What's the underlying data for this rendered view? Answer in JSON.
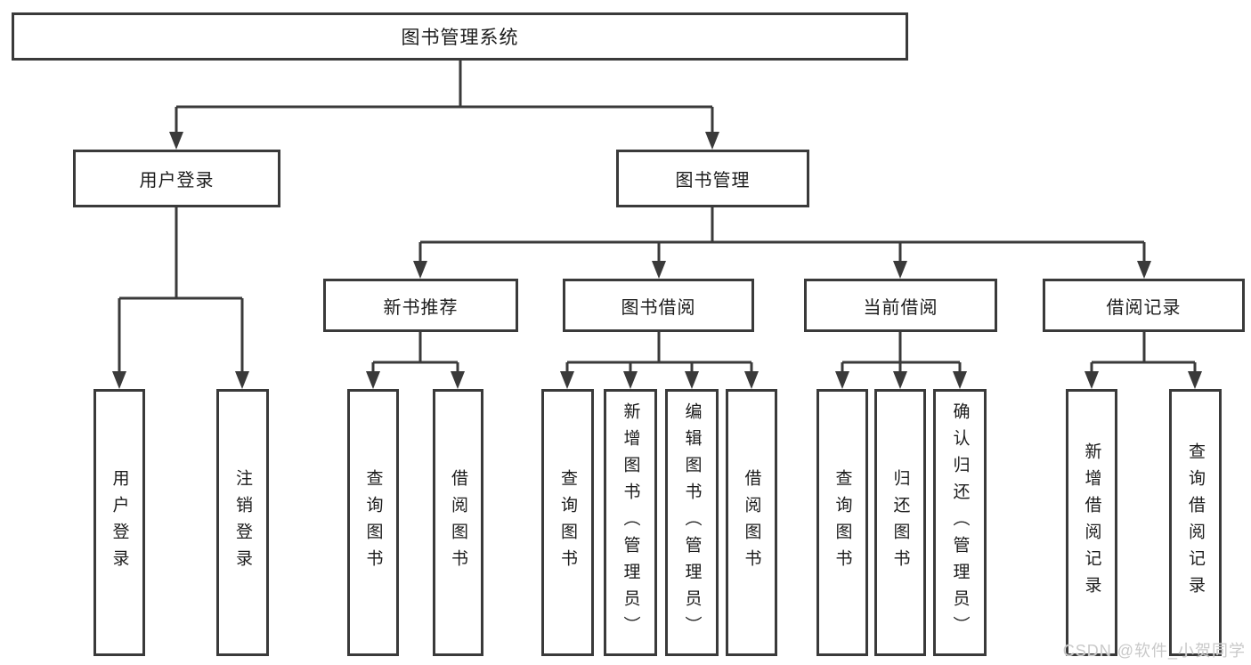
{
  "diagram": {
    "type": "hierarchy-chart",
    "colors": {
      "line": "#3a3a3a",
      "text": "#1c1c1c",
      "background": "#ffffff",
      "watermark": "#c9c9c9"
    },
    "watermark": "CSDN @软件_小贺同学",
    "tree": {
      "label": "图书管理系统",
      "children": [
        {
          "label": "用户登录",
          "children": [
            {
              "label": "用户登录"
            },
            {
              "label": "注销登录"
            }
          ]
        },
        {
          "label": "图书管理",
          "children": [
            {
              "label": "新书推荐",
              "children": [
                {
                  "label": "查询图书"
                },
                {
                  "label": "借阅图书"
                }
              ]
            },
            {
              "label": "图书借阅",
              "children": [
                {
                  "label": "查询图书"
                },
                {
                  "label": "新增图书（管理员）"
                },
                {
                  "label": "编辑图书（管理员）"
                },
                {
                  "label": "借阅图书"
                }
              ]
            },
            {
              "label": "当前借阅",
              "children": [
                {
                  "label": "查询图书"
                },
                {
                  "label": "归还图书"
                },
                {
                  "label": "确认归还（管理员）"
                }
              ]
            },
            {
              "label": "借阅记录",
              "children": [
                {
                  "label": "新增借阅记录"
                },
                {
                  "label": "查询借阅记录"
                }
              ]
            }
          ]
        }
      ]
    }
  }
}
